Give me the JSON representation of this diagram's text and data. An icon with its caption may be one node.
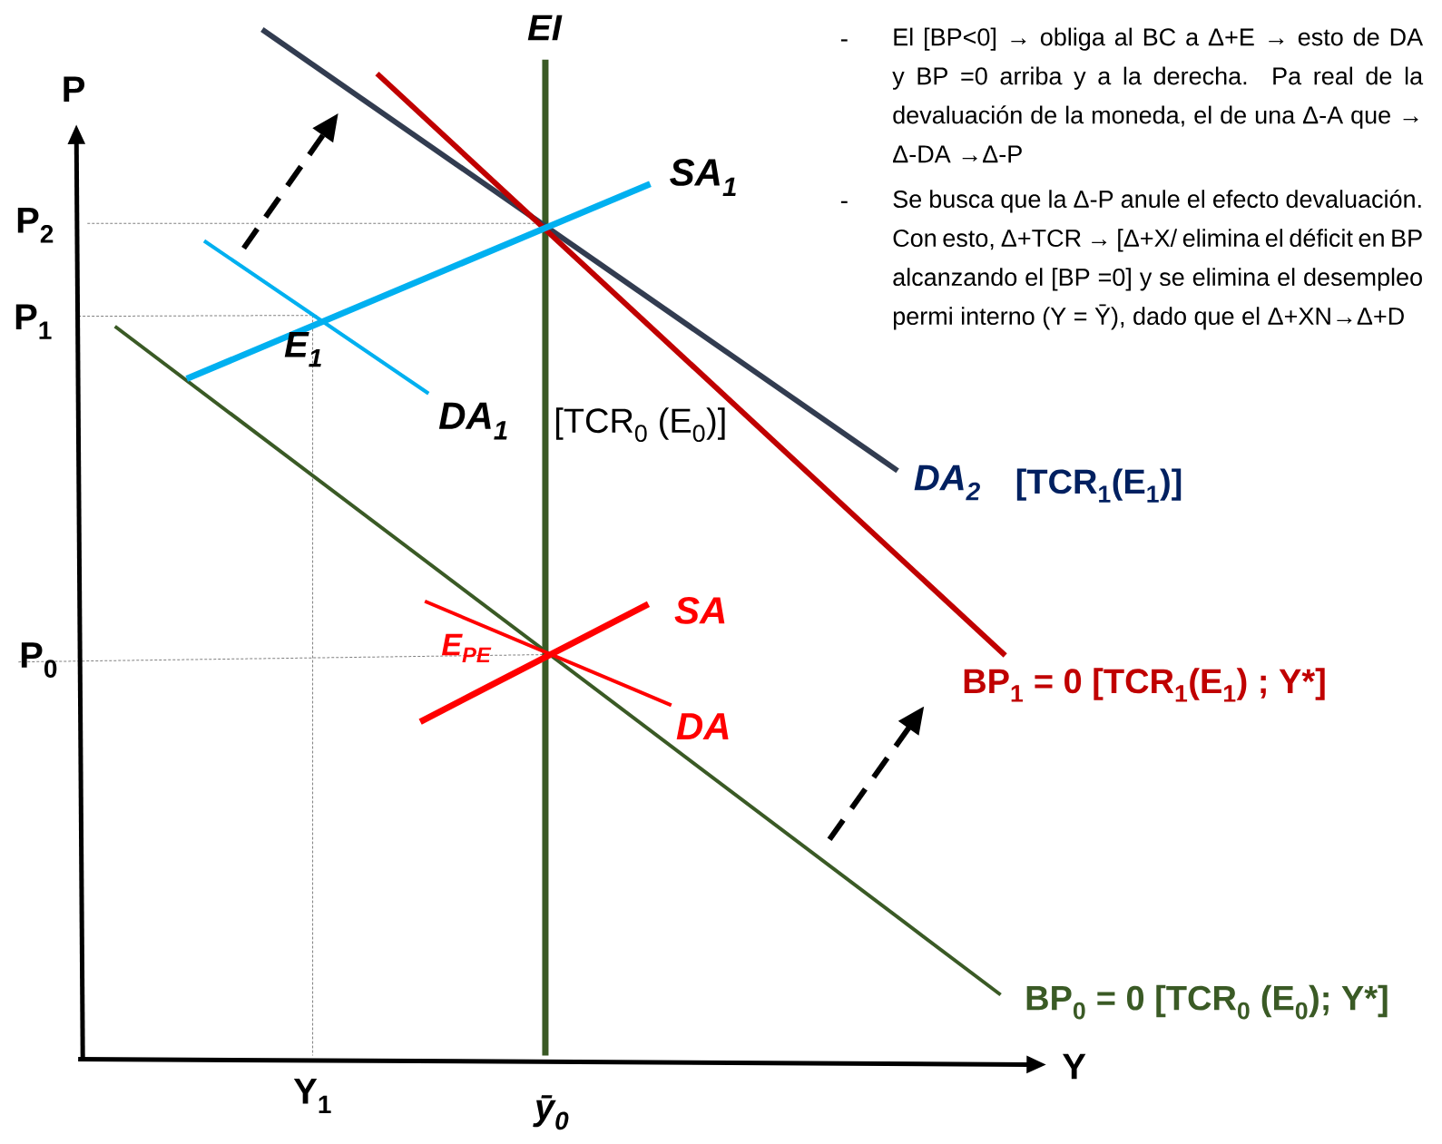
{
  "diagram": {
    "labels": [
      "EI",
      "P",
      "-",
      "El [BP<0]  → obliga al BC a Δ+E → esto de DA y BP =0 arriba y a la derecha. Pa real de la devaluación de la moneda, el de una Δ-A que → Δ-DA →Δ-P",
      "-",
      "Se busca que la Δ-P anule el efecto devaluación. Con esto, Δ+TCR → [Δ+X/ elimina el déficit en BP alcanzando el [BP =0] y se elimina el desempleo permi interno (Y = Ȳ), dado que el Δ+XN→Δ+D",
      "SA$_{1}$",
      "P$_{2}$",
      "P$_{1}$",
      "E$_{1}$",
      "DA$_{1}$",
      "[TCR$_{0}$ (E$_{0}$)]",
      "DA$_{2}$",
      "[TCR$_{1}$(E$_{1}$)]",
      "SA",
      "E$_{PE}$",
      "P$_{0}$",
      "BP$_{1}$ = 0 [TCR$_{1}$(E$_{1}$)  ; Y*]",
      "DA",
      "BP$_{0}$ = 0 [TCR$_{0}$ (E$_{0}$); Y*]",
      "Y",
      "Y$_{1}$",
      "ȳ$_{0}$"
    ]
  }
}
